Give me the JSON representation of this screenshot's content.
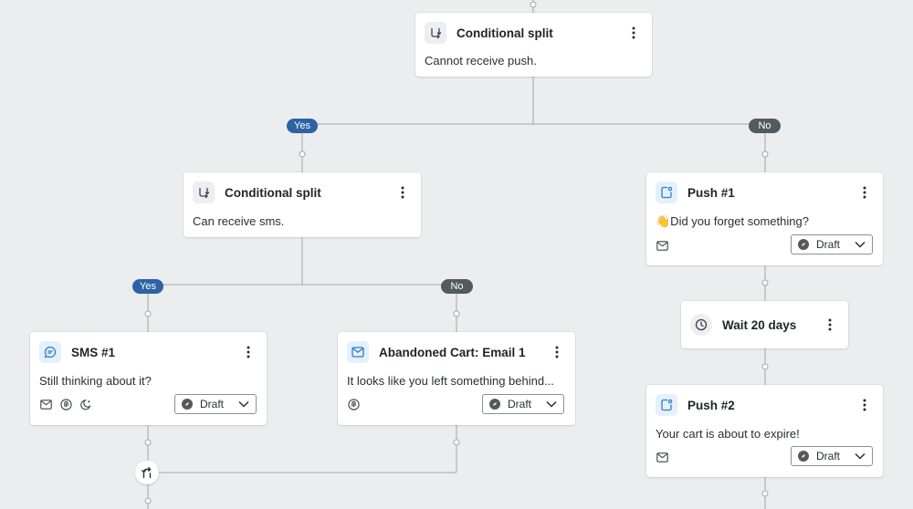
{
  "flow": {
    "split_1": {
      "title": "Conditional split",
      "condition": "Cannot receive push."
    },
    "split_1_yes": "Yes",
    "split_1_no": "No",
    "split_2": {
      "title": "Conditional split",
      "condition": "Can receive sms."
    },
    "split_2_yes": "Yes",
    "split_2_no": "No",
    "sms_1": {
      "title": "SMS #1",
      "message": "Still thinking about it?",
      "status": "Draft"
    },
    "email_1": {
      "title": "Abandoned Cart: Email 1",
      "message": "It looks like you left something behind...",
      "status": "Draft"
    },
    "push_1": {
      "title": "Push #1",
      "message": "👋Did you forget something?",
      "status": "Draft"
    },
    "wait_1": {
      "title": "Wait 20 days"
    },
    "push_2": {
      "title": "Push #2",
      "message": "Your cart is about to expire!",
      "status": "Draft"
    }
  },
  "icons": {
    "split": "split-arrows-icon",
    "sms": "chat-bubble-icon",
    "email": "envelope-icon",
    "push": "mobile-notification-icon",
    "wait": "clock-icon",
    "menu": "more-vertical-icon",
    "status": "compass-icon",
    "dropdown": "chevron-down-icon",
    "join": "merge-arrows-icon"
  },
  "colors": {
    "canvas": "#ecedee",
    "yes_pill": "#2d63a4",
    "no_pill": "#555a60",
    "connector": "#9b9fa4",
    "channel_icon_bg": "#e4f0fb",
    "channel_icon_fg": "#2c7ccc"
  }
}
